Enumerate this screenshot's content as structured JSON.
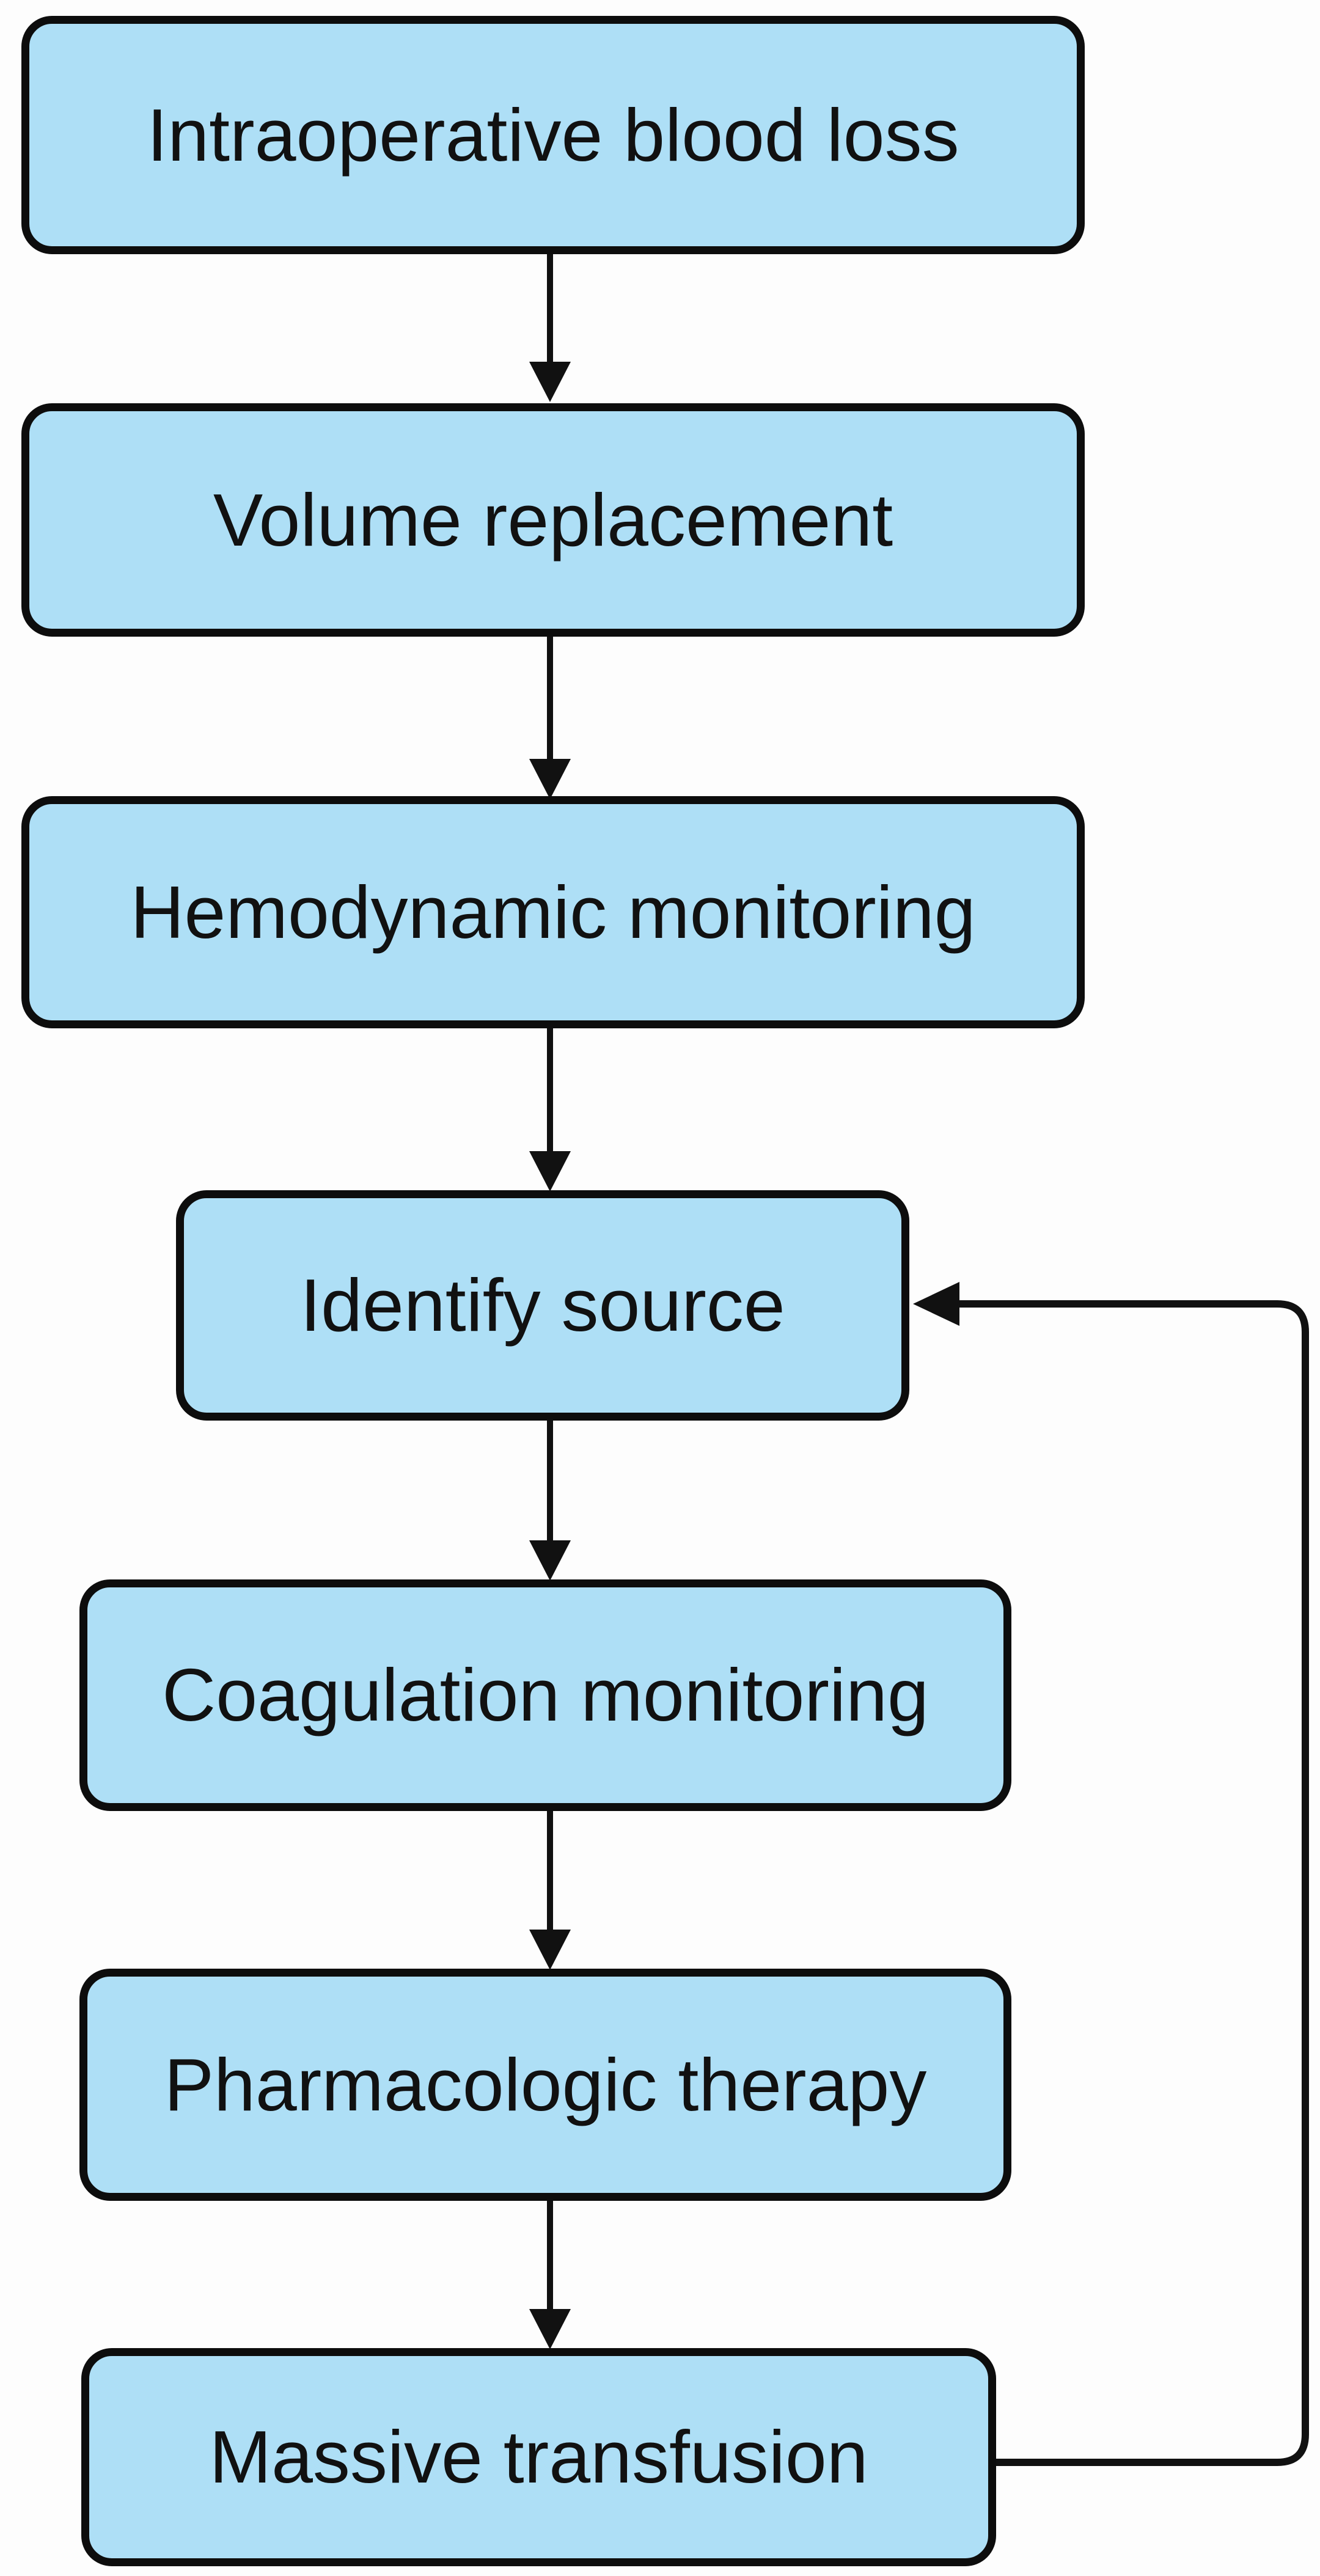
{
  "diagram": {
    "type": "flowchart",
    "description": "Vertical clinical management flowchart for intraoperative blood loss with a feedback loop from massive transfusion back to identify source",
    "colors": {
      "node_fill": "#aedff6",
      "node_border": "#0d0d0d",
      "arrow": "#111111",
      "background": "#fdfdfd",
      "text": "#111111"
    },
    "nodes": [
      {
        "id": "intraoperative-blood-loss",
        "label": "Intraoperative blood loss"
      },
      {
        "id": "volume-replacement",
        "label": "Volume replacement"
      },
      {
        "id": "hemodynamic-monitoring",
        "label": "Hemodynamic monitoring"
      },
      {
        "id": "identify-source",
        "label": "Identify source"
      },
      {
        "id": "coagulation-monitoring",
        "label": "Coagulation monitoring"
      },
      {
        "id": "pharmacologic-therapy",
        "label": "Pharmacologic therapy"
      },
      {
        "id": "massive-transfusion",
        "label": "Massive transfusion"
      }
    ],
    "edges": [
      {
        "from": "intraoperative-blood-loss",
        "to": "volume-replacement",
        "style": "arrow-down"
      },
      {
        "from": "volume-replacement",
        "to": "hemodynamic-monitoring",
        "style": "arrow-down"
      },
      {
        "from": "hemodynamic-monitoring",
        "to": "identify-source",
        "style": "arrow-down"
      },
      {
        "from": "identify-source",
        "to": "coagulation-monitoring",
        "style": "arrow-down"
      },
      {
        "from": "coagulation-monitoring",
        "to": "pharmacologic-therapy",
        "style": "arrow-down"
      },
      {
        "from": "pharmacologic-therapy",
        "to": "massive-transfusion",
        "style": "arrow-down"
      },
      {
        "from": "massive-transfusion",
        "to": "identify-source",
        "style": "feedback-arrow-left"
      }
    ]
  }
}
